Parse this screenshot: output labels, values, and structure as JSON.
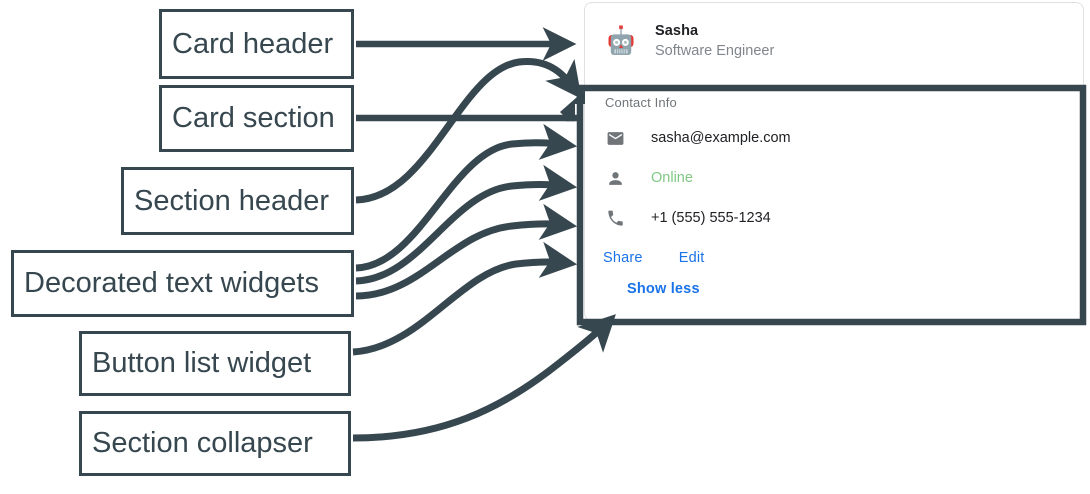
{
  "annotations": [
    {
      "key": "card-header",
      "label": "Card header"
    },
    {
      "key": "card-section",
      "label": "Card section"
    },
    {
      "key": "section-header",
      "label": "Section header"
    },
    {
      "key": "decorated-text",
      "label": "Decorated text widgets"
    },
    {
      "key": "button-list",
      "label": "Button list widget"
    },
    {
      "key": "section-collapser",
      "label": "Section collapser"
    }
  ],
  "card": {
    "header": {
      "avatar_icon": "robot-avatar-icon",
      "title": "Sasha",
      "subtitle": "Software Engineer"
    },
    "section": {
      "header": "Contact Info",
      "rows": [
        {
          "icon": "email-icon",
          "text": "sasha@example.com",
          "color": "#202124"
        },
        {
          "icon": "person-icon",
          "text": "Online",
          "color": "#81c784"
        },
        {
          "icon": "phone-icon",
          "text": "+1 (555) 555-1234",
          "color": "#202124"
        }
      ],
      "buttons": [
        {
          "label": "Share"
        },
        {
          "label": "Edit"
        }
      ],
      "collapser": {
        "label": "Show less"
      }
    }
  },
  "colors": {
    "annotation_stroke": "#37474F",
    "card_border": "#e0e0e0",
    "link_blue": "#1a73e8",
    "status_green": "#81c784",
    "muted_grey": "#70757a",
    "text_dark": "#202124"
  }
}
